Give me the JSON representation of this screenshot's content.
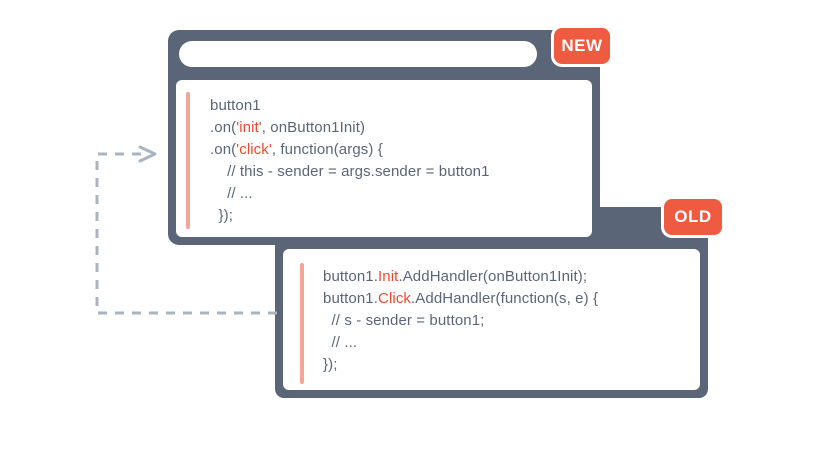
{
  "diagram": {
    "title": "Event handler syntax comparison",
    "colors": {
      "panel_frame": "#5a6678",
      "badge": "#ef5b40",
      "accent_bar": "#f4a595",
      "keyword": "#f0492a",
      "code_text": "#5a6678",
      "connector": "#a8b4c2",
      "background": "#ffffff"
    }
  },
  "new_panel": {
    "badge_label": "NEW",
    "address_bar_value": "",
    "address_bar_placeholder": "",
    "code_lines": [
      [
        {
          "t": "button1",
          "k": false
        }
      ],
      [
        {
          "t": ".on(",
          "k": false
        },
        {
          "t": "'init'",
          "k": true
        },
        {
          "t": ", onButton1Init)",
          "k": false
        }
      ],
      [
        {
          "t": ".on(",
          "k": false
        },
        {
          "t": "'click'",
          "k": true
        },
        {
          "t": ", function(args) {",
          "k": false
        }
      ],
      [
        {
          "t": "    // this - sender = args.sender = button1",
          "k": false
        }
      ],
      [
        {
          "t": "    // ...",
          "k": false
        }
      ],
      [
        {
          "t": "  });",
          "k": false
        }
      ]
    ]
  },
  "old_panel": {
    "badge_label": "OLD",
    "code_lines": [
      [
        {
          "t": "button1.",
          "k": false
        },
        {
          "t": "Init",
          "k": true
        },
        {
          "t": ".AddHandler(onButton1Init);",
          "k": false
        }
      ],
      [
        {
          "t": "button1.",
          "k": false
        },
        {
          "t": "Click",
          "k": true
        },
        {
          "t": ".AddHandler(function(s, e) {",
          "k": false
        }
      ],
      [
        {
          "t": "  // s - sender = button1;",
          "k": false
        }
      ],
      [
        {
          "t": "  // ...",
          "k": false
        }
      ],
      [
        {
          "t": "});",
          "k": false
        }
      ]
    ]
  },
  "connector": {
    "label": "old-to-new-arrow",
    "style": "dashed",
    "direction": "old-panel-to-new-panel"
  }
}
